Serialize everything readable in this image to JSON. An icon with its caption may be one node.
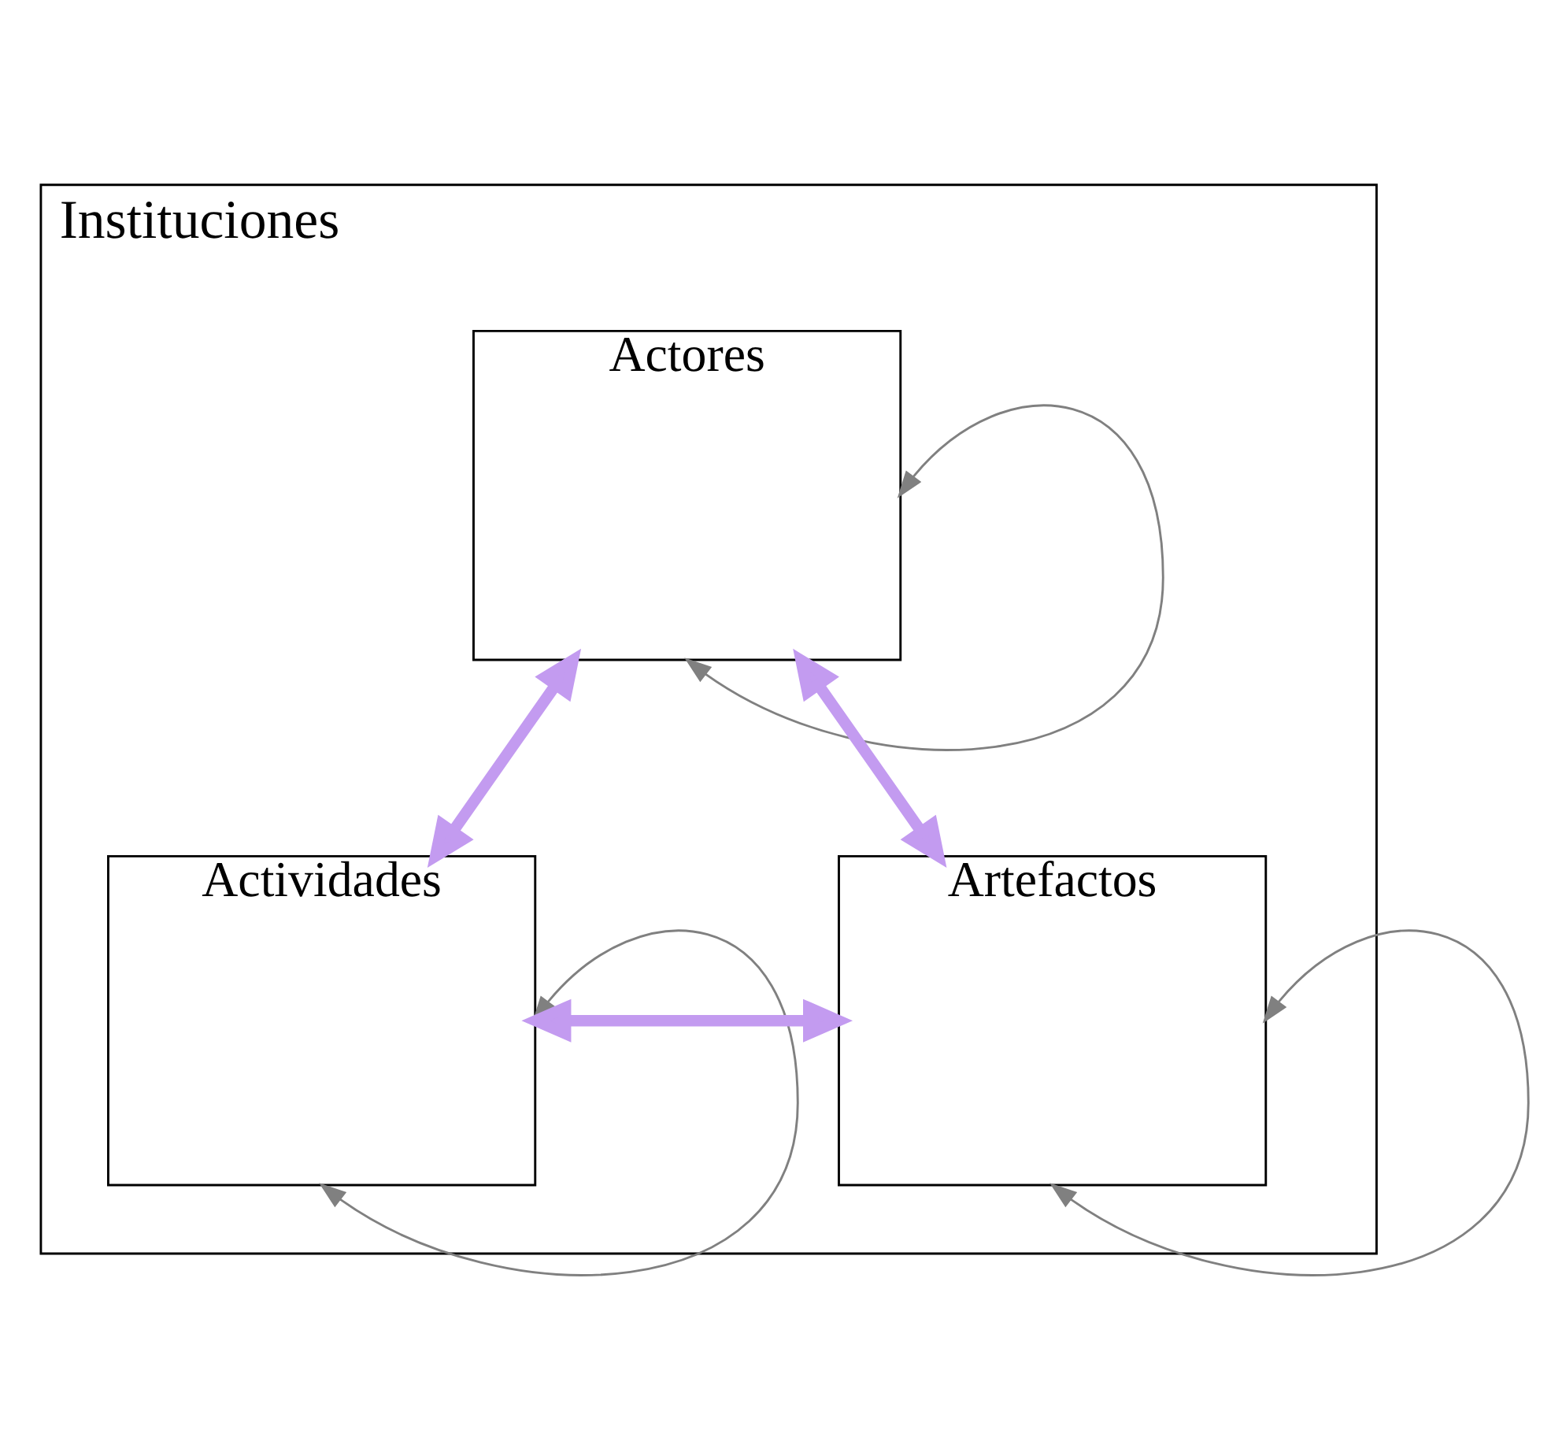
{
  "diagram": {
    "nodes": [
      {
        "text": [
          "Instituciones"
        ]
      },
      {
        "text": [
          "Actores"
        ],
        "in": 0
      },
      {
        "text": [
          "Actividades"
        ],
        "in": 0
      },
      {
        "text": [
          "Artefactos"
        ],
        "in": 0
      }
    ],
    "edges": [
      {
        "from": 1,
        "to": 2,
        "arrow": "both",
        "style": "thick",
        "color": "#c39bf0"
      },
      {
        "from": 1,
        "to": 3,
        "arrow": "both",
        "style": "thick",
        "color": "#c39bf0"
      },
      {
        "from": 2,
        "to": 3,
        "arrow": "both",
        "style": "thick",
        "color": "#c39bf0"
      },
      {
        "from": 1,
        "to": 1,
        "arrow": "both",
        "color": "#808080"
      },
      {
        "from": 2,
        "to": 2,
        "arrow": "both",
        "color": "#808080"
      },
      {
        "from": 3,
        "to": 3,
        "arrow": "both",
        "color": "#808080"
      }
    ]
  }
}
